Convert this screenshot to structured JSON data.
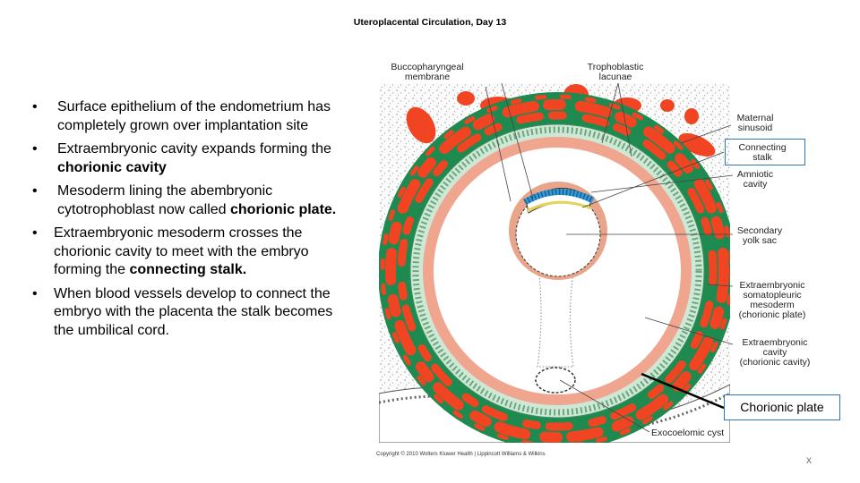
{
  "title": "Uteroplacental Circulation, Day 13",
  "bullets": [
    {
      "pre": "Surface epithelium of the endometrium has completely grown over implantation site",
      "bold": "",
      "post": ""
    },
    {
      "pre": "Extraembryonic cavity expands forming the ",
      "bold": "chorionic cavity",
      "post": ""
    },
    {
      "pre": "Mesoderm lining the abembryonic cytotrophoblast now called ",
      "bold": "chorionic plate.",
      "post": ""
    },
    {
      "pre": "Extraembryonic mesoderm crosses the chorionic cavity to meet with the embryo forming the ",
      "bold": "connecting stalk.",
      "post": ""
    },
    {
      "pre": "When blood vessels develop to connect the embryo with the placenta the stalk becomes the umbilical cord.",
      "bold": "",
      "post": ""
    }
  ],
  "bullet_symbol": "•",
  "labels": {
    "buccopharyngeal_1": "Buccopharyngeal",
    "buccopharyngeal_2": "membrane",
    "trophoblastic_1": "Trophoblastic",
    "trophoblastic_2": "lacunae",
    "maternal_1": "Maternal",
    "maternal_2": "sinusoid",
    "connecting_1": "Connecting",
    "connecting_2": "stalk",
    "amniotic_1": "Amniotic",
    "amniotic_2": "cavity",
    "secondary_1": "Secondary",
    "secondary_2": "yolk sac",
    "somato_1": "Extraembryonic",
    "somato_2": "somatopleuric",
    "somato_3": "mesoderm",
    "somato_4": "(chorionic plate)",
    "cavity_1": "Extraembryonic",
    "cavity_2": "cavity",
    "cavity_3": "(chorionic cavity)",
    "chorionic_plate": "Chorionic plate",
    "exocoelomic": "Exocoelomic cyst"
  },
  "copyright": "Copyright © 2010 Wolters Kluwer Health | Lippincott Williams & Wilkins",
  "close_mark": "x",
  "colors": {
    "trophoblast_green": "#1e8a4f",
    "lacunae_red": "#f04423",
    "cytotrophoblast": "#cfe8d6",
    "chorionic_plate_pink": "#f0a58f",
    "embryo_blue": "#2f9bd8",
    "box_blue": "#2f74b5"
  }
}
